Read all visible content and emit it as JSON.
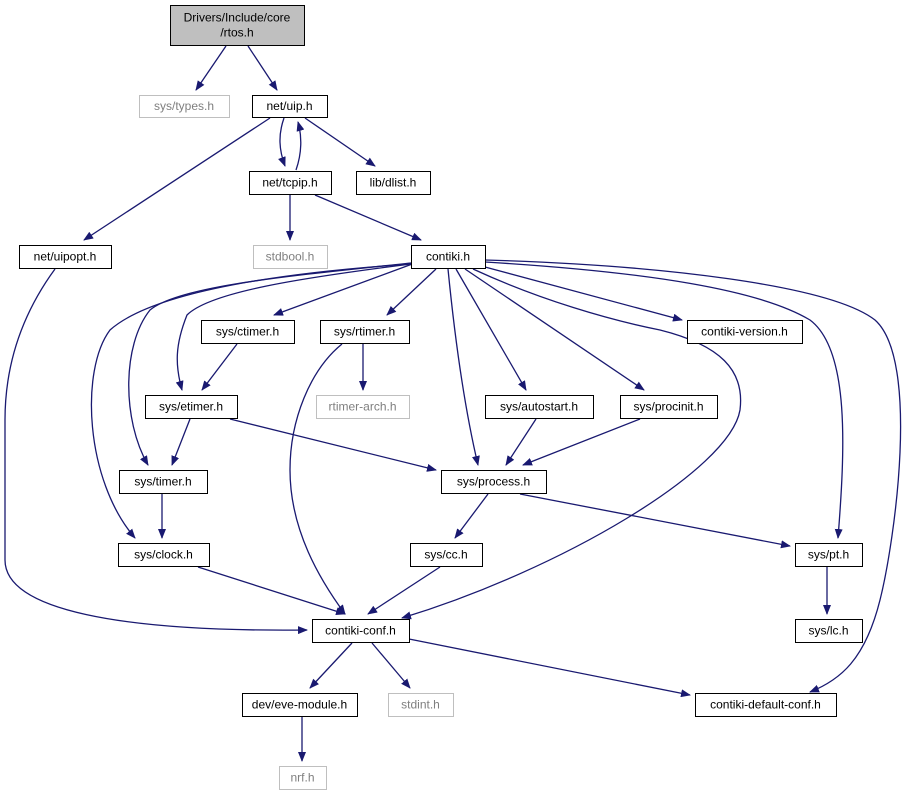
{
  "colors": {
    "edge": "#191970",
    "node_border": "#000000",
    "missing_border": "#bfbfbf",
    "missing_text": "#7f7f7f",
    "root_fill": "#bfbfbf"
  },
  "nodes": [
    {
      "id": "rtos",
      "lines": [
        "Drivers/Include/core",
        "/rtos.h"
      ],
      "style": "root"
    },
    {
      "id": "sys_types",
      "lines": [
        "sys/types.h"
      ],
      "style": "missing"
    },
    {
      "id": "net_uip",
      "lines": [
        "net/uip.h"
      ],
      "style": "normal"
    },
    {
      "id": "net_tcpip",
      "lines": [
        "net/tcpip.h"
      ],
      "style": "normal"
    },
    {
      "id": "lib_dlist",
      "lines": [
        "lib/dlist.h"
      ],
      "style": "normal"
    },
    {
      "id": "net_uipopt",
      "lines": [
        "net/uipopt.h"
      ],
      "style": "normal"
    },
    {
      "id": "stdbool",
      "lines": [
        "stdbool.h"
      ],
      "style": "missing"
    },
    {
      "id": "contiki",
      "lines": [
        "contiki.h"
      ],
      "style": "normal"
    },
    {
      "id": "sys_ctimer",
      "lines": [
        "sys/ctimer.h"
      ],
      "style": "normal"
    },
    {
      "id": "sys_rtimer",
      "lines": [
        "sys/rtimer.h"
      ],
      "style": "normal"
    },
    {
      "id": "contiki_version",
      "lines": [
        "contiki-version.h"
      ],
      "style": "normal"
    },
    {
      "id": "sys_etimer",
      "lines": [
        "sys/etimer.h"
      ],
      "style": "normal"
    },
    {
      "id": "rtimer_arch",
      "lines": [
        "rtimer-arch.h"
      ],
      "style": "missing"
    },
    {
      "id": "sys_autostart",
      "lines": [
        "sys/autostart.h"
      ],
      "style": "normal"
    },
    {
      "id": "sys_procinit",
      "lines": [
        "sys/procinit.h"
      ],
      "style": "normal"
    },
    {
      "id": "sys_timer",
      "lines": [
        "sys/timer.h"
      ],
      "style": "normal"
    },
    {
      "id": "sys_process",
      "lines": [
        "sys/process.h"
      ],
      "style": "normal"
    },
    {
      "id": "sys_clock",
      "lines": [
        "sys/clock.h"
      ],
      "style": "normal"
    },
    {
      "id": "sys_cc",
      "lines": [
        "sys/cc.h"
      ],
      "style": "normal"
    },
    {
      "id": "sys_pt",
      "lines": [
        "sys/pt.h"
      ],
      "style": "normal"
    },
    {
      "id": "contiki_conf",
      "lines": [
        "contiki-conf.h"
      ],
      "style": "normal"
    },
    {
      "id": "sys_lc",
      "lines": [
        "sys/lc.h"
      ],
      "style": "normal"
    },
    {
      "id": "dev_eve_module",
      "lines": [
        "dev/eve-module.h"
      ],
      "style": "normal"
    },
    {
      "id": "stdint",
      "lines": [
        "stdint.h"
      ],
      "style": "missing"
    },
    {
      "id": "contiki_default_conf",
      "lines": [
        "contiki-default-conf.h"
      ],
      "style": "normal"
    },
    {
      "id": "nrf",
      "lines": [
        "nrf.h"
      ],
      "style": "missing"
    }
  ],
  "edges": [
    {
      "from": "rtos",
      "to": "sys_types"
    },
    {
      "from": "rtos",
      "to": "net_uip"
    },
    {
      "from": "net_uip",
      "to": "net_tcpip"
    },
    {
      "from": "net_tcpip",
      "to": "net_uip"
    },
    {
      "from": "net_uip",
      "to": "lib_dlist"
    },
    {
      "from": "net_uip",
      "to": "net_uipopt"
    },
    {
      "from": "net_tcpip",
      "to": "stdbool"
    },
    {
      "from": "net_tcpip",
      "to": "contiki"
    },
    {
      "from": "net_uipopt",
      "to": "contiki_conf"
    },
    {
      "from": "contiki",
      "to": "sys_ctimer"
    },
    {
      "from": "contiki",
      "to": "sys_rtimer"
    },
    {
      "from": "contiki",
      "to": "contiki_version"
    },
    {
      "from": "contiki",
      "to": "sys_etimer"
    },
    {
      "from": "contiki",
      "to": "sys_timer"
    },
    {
      "from": "contiki",
      "to": "sys_clock"
    },
    {
      "from": "contiki",
      "to": "sys_process"
    },
    {
      "from": "contiki",
      "to": "sys_autostart"
    },
    {
      "from": "contiki",
      "to": "sys_procinit"
    },
    {
      "from": "contiki",
      "to": "contiki_conf"
    },
    {
      "from": "contiki",
      "to": "sys_pt"
    },
    {
      "from": "contiki",
      "to": "contiki_default_conf"
    },
    {
      "from": "sys_ctimer",
      "to": "sys_etimer"
    },
    {
      "from": "sys_rtimer",
      "to": "rtimer_arch"
    },
    {
      "from": "sys_rtimer",
      "to": "contiki_conf"
    },
    {
      "from": "sys_etimer",
      "to": "sys_timer"
    },
    {
      "from": "sys_etimer",
      "to": "sys_process"
    },
    {
      "from": "sys_autostart",
      "to": "sys_process"
    },
    {
      "from": "sys_procinit",
      "to": "sys_process"
    },
    {
      "from": "sys_timer",
      "to": "sys_clock"
    },
    {
      "from": "sys_process",
      "to": "sys_cc"
    },
    {
      "from": "sys_process",
      "to": "sys_pt"
    },
    {
      "from": "sys_clock",
      "to": "contiki_conf"
    },
    {
      "from": "sys_cc",
      "to": "contiki_conf"
    },
    {
      "from": "sys_pt",
      "to": "sys_lc"
    },
    {
      "from": "contiki_conf",
      "to": "dev_eve_module"
    },
    {
      "from": "contiki_conf",
      "to": "stdint"
    },
    {
      "from": "contiki_conf",
      "to": "contiki_default_conf"
    },
    {
      "from": "dev_eve_module",
      "to": "nrf"
    }
  ]
}
